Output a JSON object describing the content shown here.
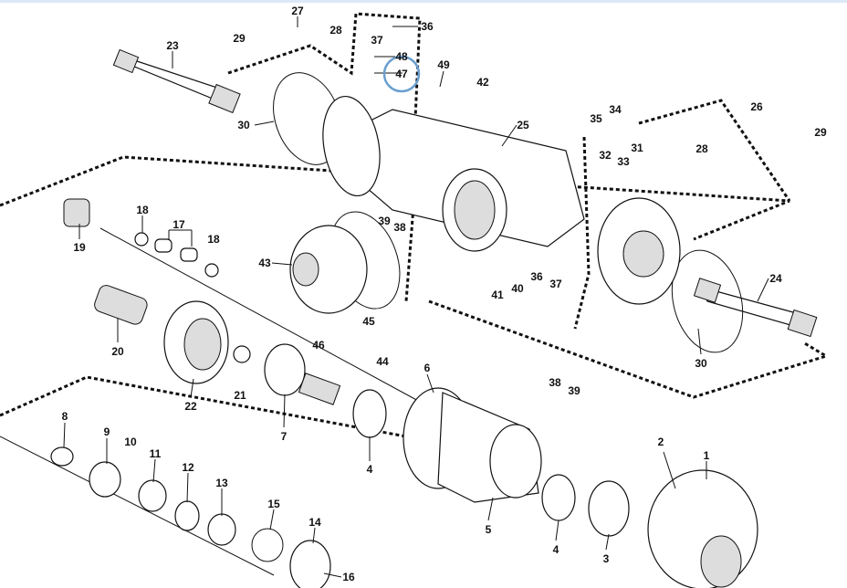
{
  "diagram": {
    "callouts": [
      "29",
      "27",
      "28",
      "36",
      "37",
      "48",
      "47",
      "49",
      "23",
      "42",
      "30",
      "25",
      "35",
      "34",
      "26",
      "28",
      "29",
      "31",
      "32",
      "33",
      "18",
      "17",
      "18",
      "19",
      "39",
      "38",
      "43",
      "41",
      "40",
      "36",
      "37",
      "24",
      "45",
      "46",
      "44",
      "20",
      "30",
      "38",
      "39",
      "22",
      "21",
      "7",
      "6",
      "4",
      "8",
      "9",
      "10",
      "11",
      "12",
      "13",
      "2",
      "1",
      "5",
      "4",
      "3",
      "15",
      "14",
      "16"
    ],
    "highlighted_callout": "47",
    "highlight_color": "#6a9fd0"
  }
}
